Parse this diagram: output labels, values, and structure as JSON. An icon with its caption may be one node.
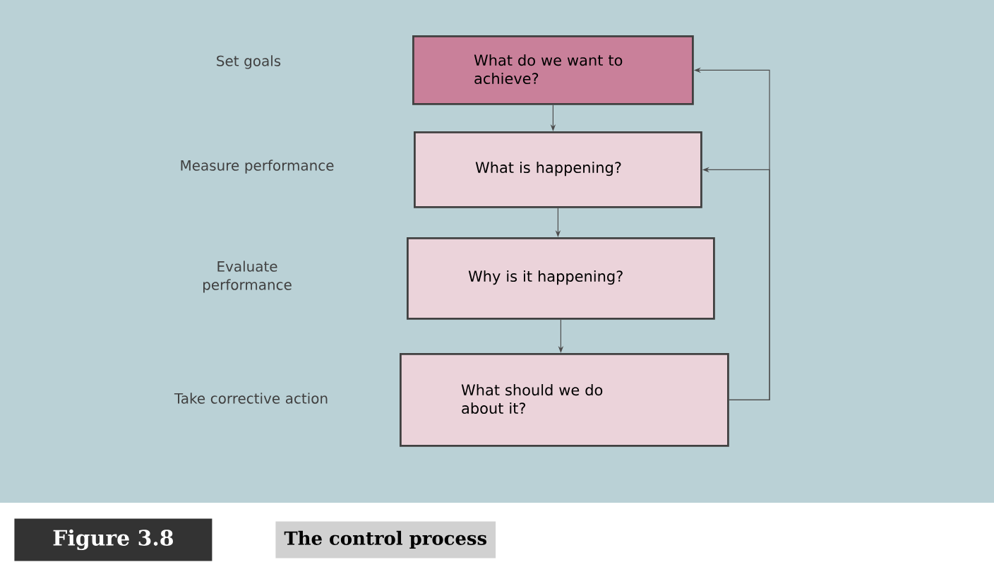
{
  "diagram": {
    "caption": "The control process",
    "nodes": [
      {
        "text": [
          "What do we want to achieve?"
        ]
      },
      {
        "text": [
          "What is happening?"
        ]
      },
      {
        "text": [
          "Why is it happening?"
        ]
      },
      {
        "text": [
          "What should we do about it?"
        ]
      }
    ],
    "edges": [
      {
        "from": 0,
        "to": 1,
        "arrow": "to"
      },
      {
        "from": 1,
        "to": 2,
        "arrow": "to"
      },
      {
        "from": 2,
        "to": 3,
        "arrow": "to"
      },
      {
        "from": 3,
        "to": 0,
        "arrow": "to"
      },
      {
        "from": 3,
        "to": 1,
        "arrow": "to"
      }
    ],
    "labels": [
      "Set goals",
      "Measure performance",
      "Evaluate performance",
      "Take corrective action",
      "Figure 3.8"
    ]
  }
}
